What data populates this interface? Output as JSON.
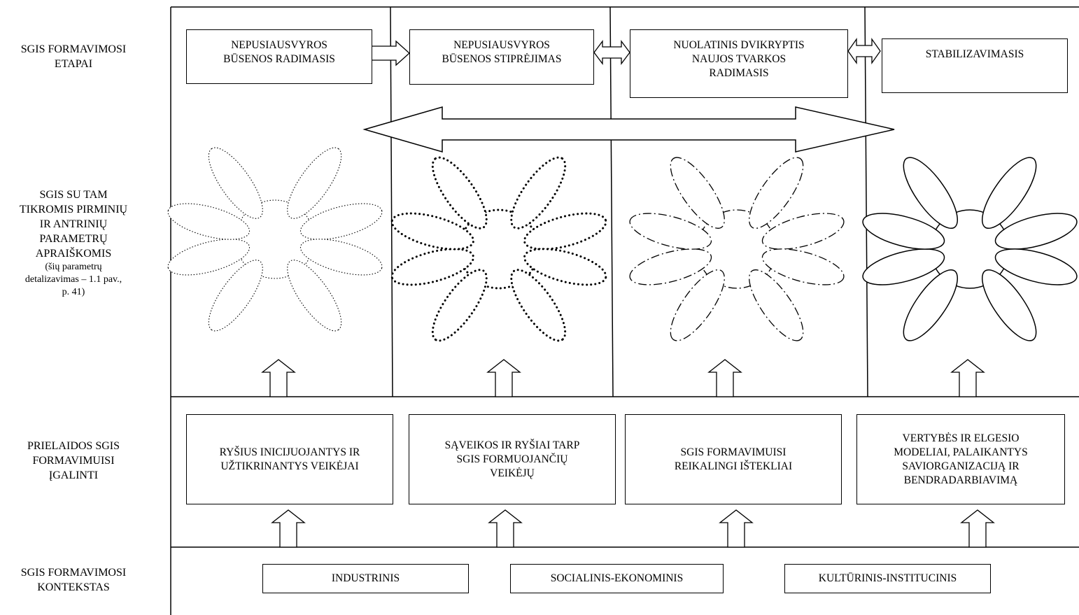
{
  "row_labels": {
    "stages": "SGIS FORMAVIMOSI\nETAPAI",
    "manifestations": "SGIS SU TAM\nTIKROMIS PIRMINIŲ\nIR ANTRINIŲ\nPARAMETRŲ\nAPRAIŠKOMIS",
    "manifestations_note": "(šių parametrų\ndetalizavimas – 1.1 pav.,\np. 41)",
    "prerequisites": "PRIELAIDOS SGIS\nFORMAVIMUISI\nĮGALINTI",
    "context": "SGIS FORMAVIMOSI\nKONTEKSTAS"
  },
  "stages": [
    "NEPUSIAUSVYROS\nBŪSENOS RADIMASIS",
    "NEPUSIAUSVYROS\nBŪSENOS STIPRĖJIMAS",
    "NUOLATINIS DVIKRYPTIS\nNAUJOS TVARKOS\nRADIMASIS",
    "STABILIZAVIMASIS"
  ],
  "prerequisites": [
    "RYŠIUS INICIJUOJANTYS IR\nUŽTIKRINANTYS VEIKĖJAI",
    "SĄVEIKOS IR RYŠIAI TARP\nSGIS FORMUOJANČIŲ\nVEIKĖJŲ",
    "SGIS FORMAVIMUISI\nREIKALINGI IŠTEKLIAI",
    "VERTYBĖS IR ELGESIO\nMODELIAI, PALAIKANTYS\nSAVIORGANIZACIJĄ IR\nBENDRADARBIAVIMĄ"
  ],
  "contexts": [
    "INDUSTRINIS",
    "SOCIALINIS-EKONOMINIS",
    "KULTŪRINIS-INSTITUCINIS"
  ],
  "flower_styles": [
    "fine-dotted",
    "bold-dotted",
    "dash-dot",
    "solid"
  ]
}
